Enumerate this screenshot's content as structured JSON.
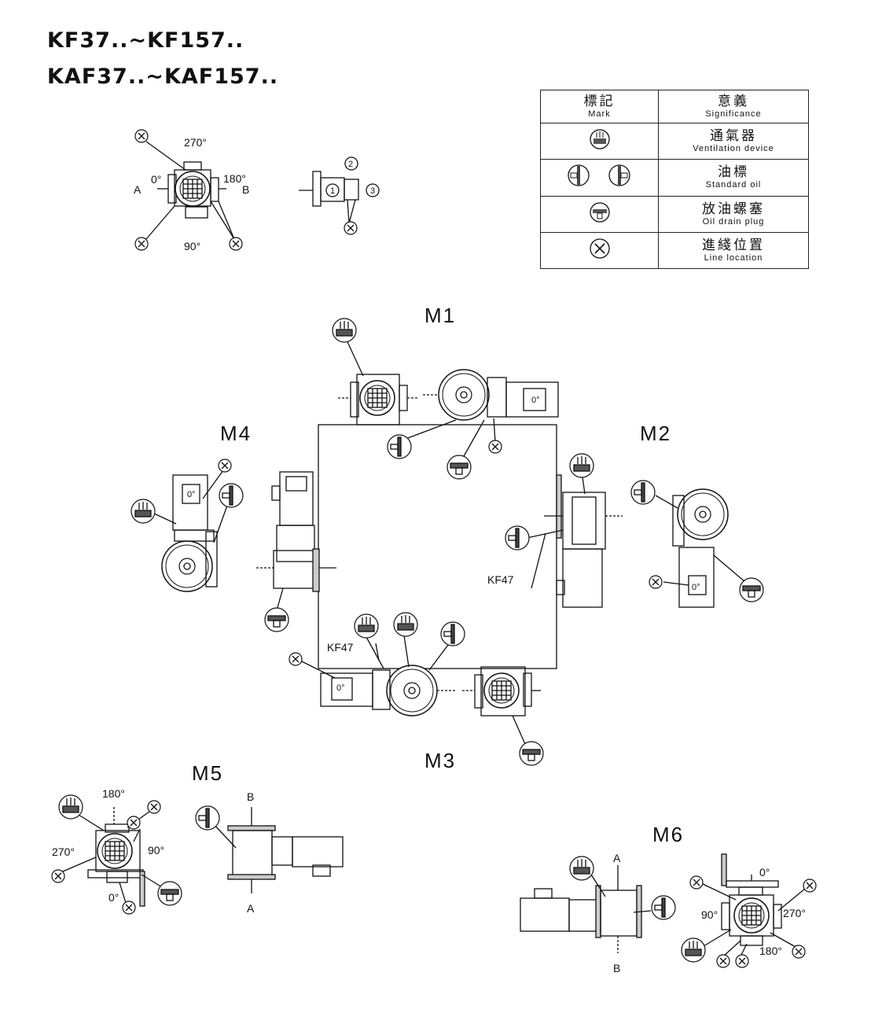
{
  "title": {
    "line1": "KF37..~KF157..",
    "line2": "KAF37..~KAF157.."
  },
  "legend": {
    "header": {
      "mark_zh": "標記",
      "mark_en": "Mark",
      "sig_zh": "意義",
      "sig_en": "Significance"
    },
    "rows": [
      {
        "icon": "ventilation-icon",
        "zh": "通氣器",
        "en": "Ventilation device"
      },
      {
        "icon": "oil-level-icon",
        "zh": "油標",
        "en": "Standard oil"
      },
      {
        "icon": "drain-plug-icon",
        "zh": "放油螺塞",
        "en": "Oil drain plug"
      },
      {
        "icon": "line-location-icon",
        "zh": "進綫位置",
        "en": "Line location"
      }
    ]
  },
  "positions": {
    "m1": "M1",
    "m2": "M2",
    "m3": "M3",
    "m4": "M4",
    "m5": "M5",
    "m6": "M6"
  },
  "callouts": {
    "kf47_a": "KF47",
    "kf47_b": "KF47"
  },
  "top_view": {
    "deg270": "270°",
    "deg0": "0°",
    "deg180": "180°",
    "deg90": "90°",
    "side_a": "A",
    "side_b": "B",
    "x": "X"
  },
  "side_view": {
    "n1": "1",
    "n2": "2",
    "n3": "3"
  },
  "motor_angle": "0°",
  "m5": {
    "deg180": "180°",
    "deg270": "270°",
    "deg90": "90°",
    "deg0": "0°",
    "side_b": "B",
    "side_a": "A"
  },
  "m6": {
    "side_a": "A",
    "side_b": "B",
    "deg0": "0°",
    "deg90": "90°",
    "deg270": "270°",
    "deg180": "180°"
  }
}
